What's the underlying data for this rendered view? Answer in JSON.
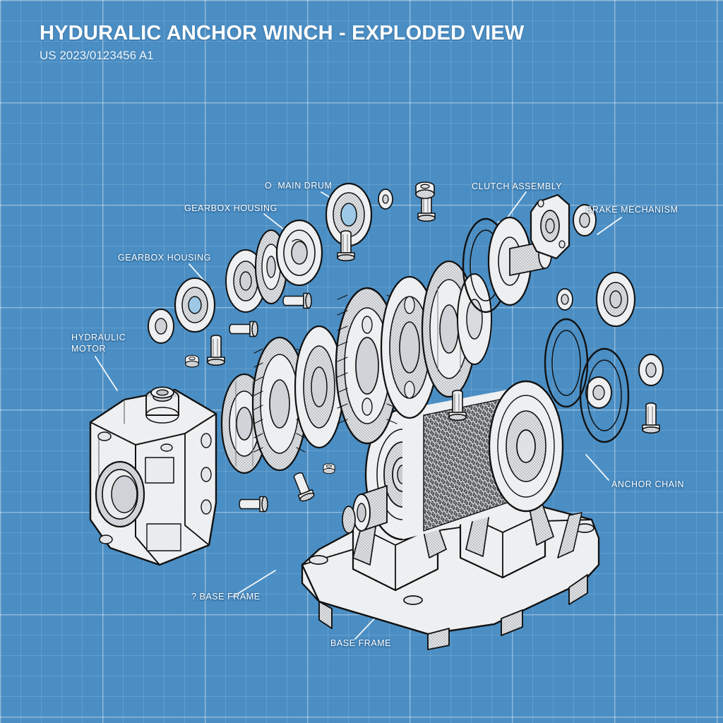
{
  "sheet": {
    "bg_color": "#4a8ec4",
    "grid_color": "#7ab0d8",
    "ink_color": "#111111",
    "part_fill": "#f2f3f4"
  },
  "titleblock": {
    "title": "HYDURALIC ANCHOR WINCH - EXPLODED VIEW",
    "subtitle": "US 2023/0123456 A1"
  },
  "callouts": [
    {
      "id": "main-drum",
      "text": "O  MAIN DRUM"
    },
    {
      "id": "gearbox-housing-1",
      "text": "GEARBOX HOUSING"
    },
    {
      "id": "clutch-assembly",
      "text": "CLUTCH ASSEMBLY"
    },
    {
      "id": "brake-mechanism",
      "text": "BRAKE MECHANISM"
    },
    {
      "id": "gearbox-housing-2",
      "text": "GEARBOX HOUSING"
    },
    {
      "id": "hydraulic-motor",
      "text": "HYDRAULIC\nMOTOR"
    },
    {
      "id": "anchor-chain",
      "text": "ANCHOR CHAIN"
    },
    {
      "id": "base-frame-1",
      "text": "? BASE FRAME"
    },
    {
      "id": "base-frame-2",
      "text": "BASE FRAME"
    }
  ]
}
